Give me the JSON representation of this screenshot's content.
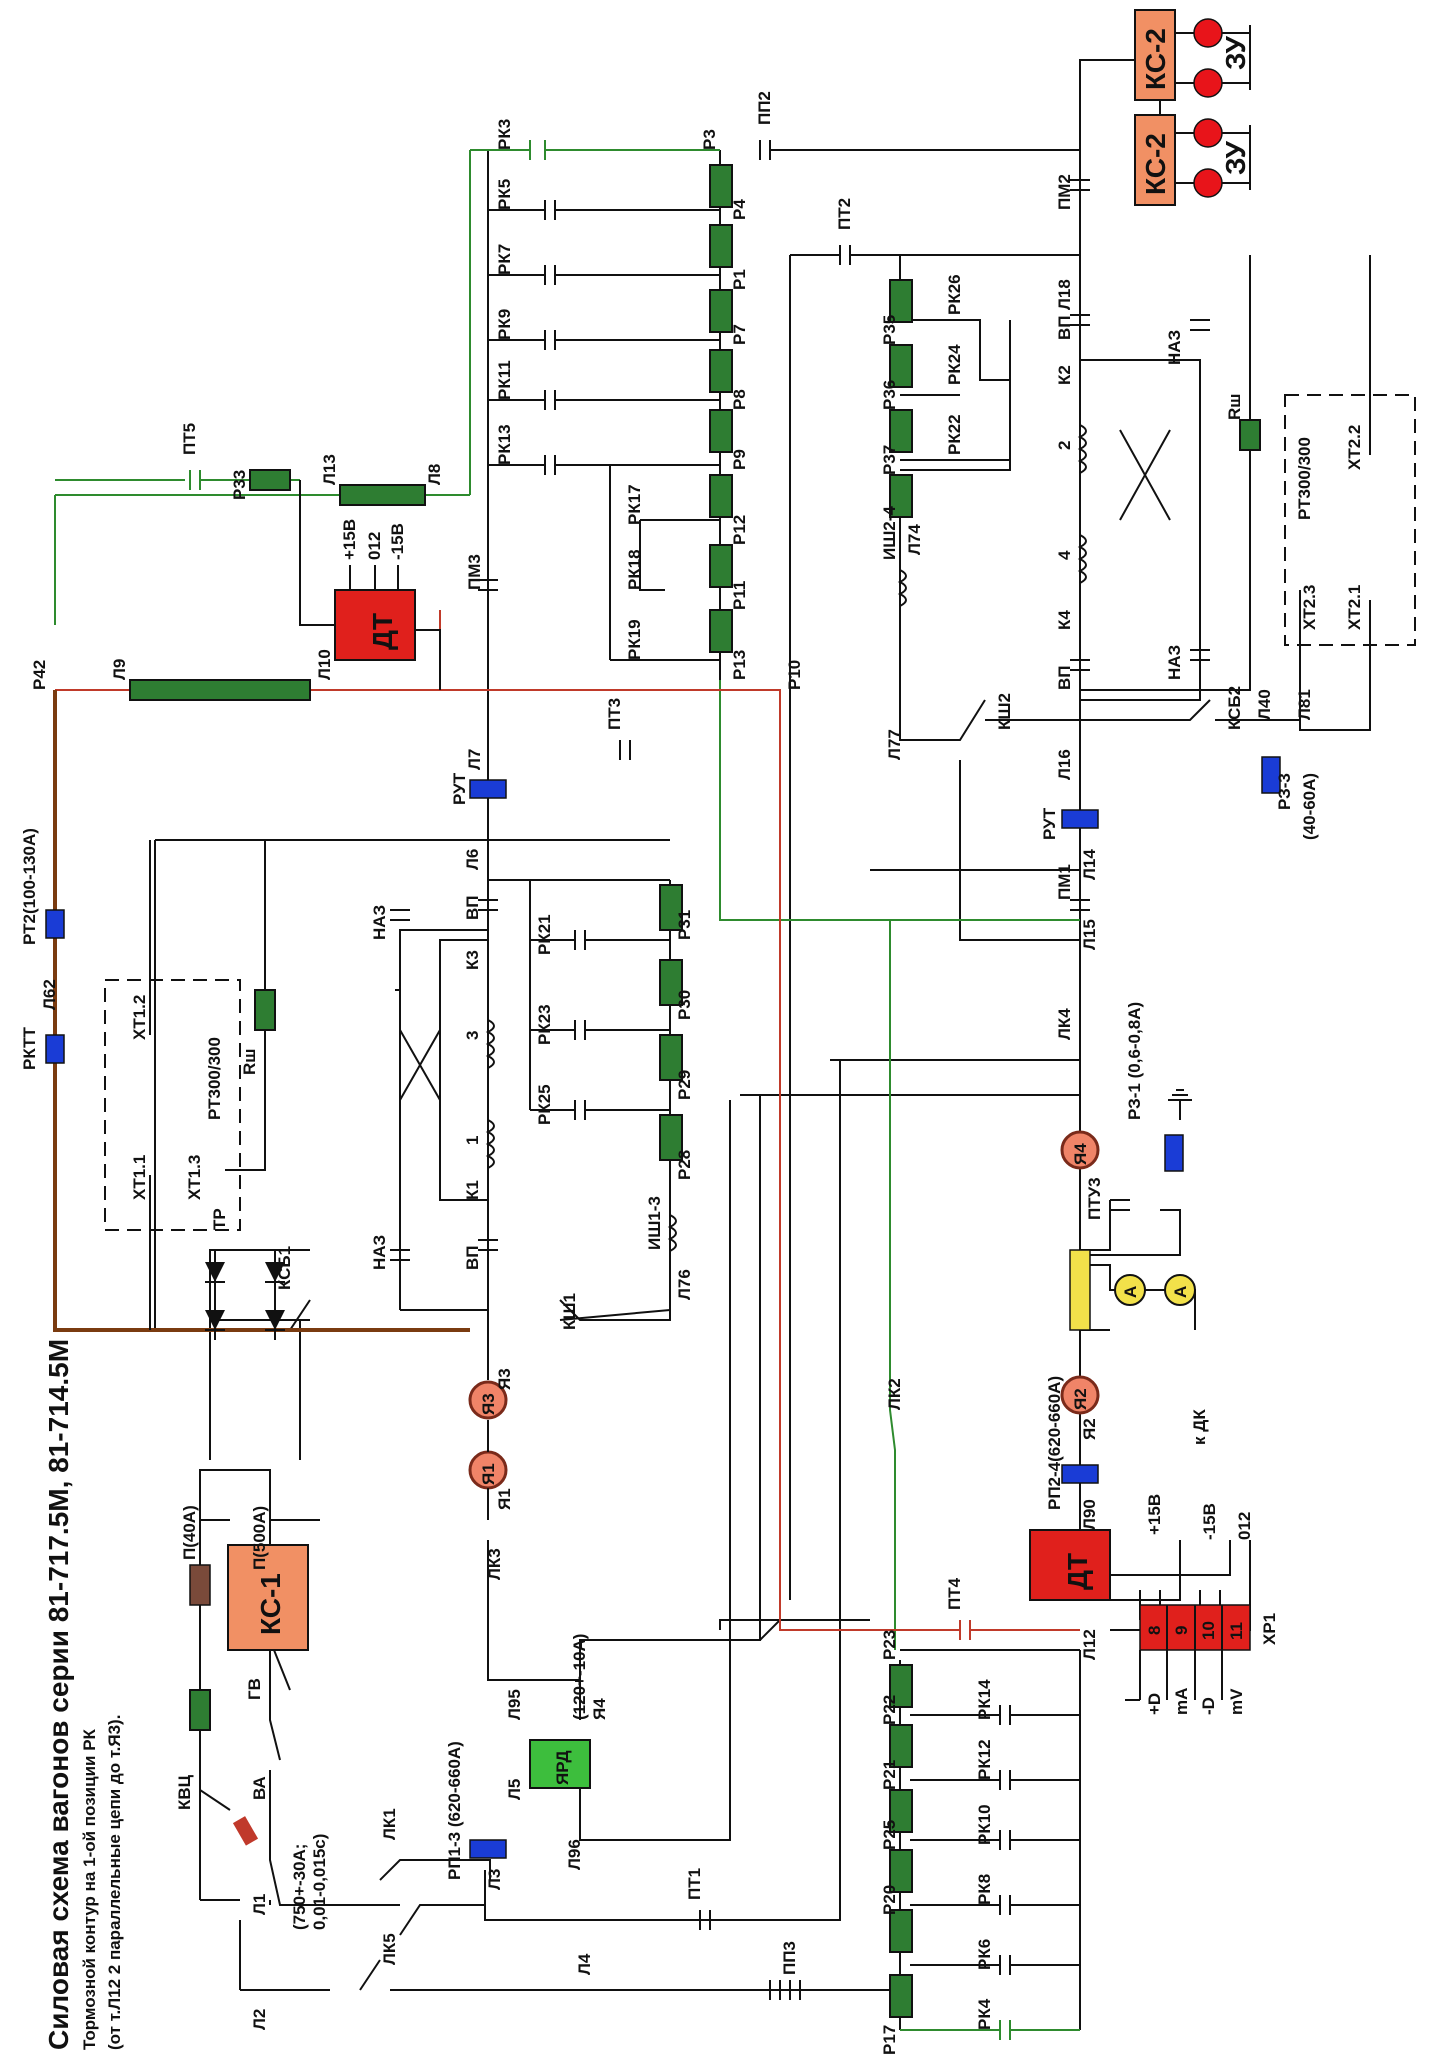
{
  "title": {
    "line1": "Силовая схема вагонов серии 81-717.5М, 81-714.5М",
    "line2": "Тормозной контур на 1-ой позиции РК",
    "line3": "(от т.Л12 2 параллельные цепи до т.Я3)."
  },
  "blocks": {
    "ks1": "КС-1",
    "ks2a": "КС-2",
    "ks2b": "КС-2",
    "zu_a": "ЗУ",
    "zu_b": "ЗУ",
    "dt_top": "ДТ",
    "dt_bottom": "ДТ",
    "yard": "ЯРД",
    "xp1": "ХР1"
  },
  "motors": [
    "Я1",
    "Я3",
    "Я2",
    "Я4"
  ],
  "meters": [
    "A",
    "A"
  ],
  "xp1_pins": [
    "8",
    "9",
    "10",
    "11"
  ],
  "xp1_labels": [
    "+D",
    "mA",
    "-D",
    "mV"
  ],
  "labels": {
    "rk3": "РК3",
    "rk5": "РК5",
    "rk7": "РК7",
    "rk9": "РК9",
    "rk11": "РК11",
    "rk13": "РК13",
    "rk17": "РК17",
    "rk18": "РК18",
    "rk19": "РК19",
    "p3": "Р3",
    "p4": "Р4",
    "p1": "Р1",
    "p7": "Р7",
    "p8": "Р8",
    "p9": "Р9",
    "p12": "Р12",
    "p11": "Р11",
    "p13": "Р13",
    "pp2": "ПП2",
    "pt2": "ПТ2",
    "pm2": "ПМ2",
    "l18": "Л18",
    "vp_r1": "ВП",
    "naz_r1": "НАЗ",
    "k2": "К2",
    "n2": "2",
    "n4": "4",
    "k4": "К4",
    "vp_r2": "ВП",
    "naz_r2": "НАЗ",
    "ksh2": "КШ2",
    "ksb2": "КСБ2",
    "l40": "Л40",
    "l81": "Л81",
    "l77": "Л77",
    "rsh_r": "Rш",
    "rt300_r": "РТ300/300",
    "xt22": "ХТ2.2",
    "xt23": "ХТ2.3",
    "xt21": "ХТ2.1",
    "rk26": "РК26",
    "rk24": "РК24",
    "rk22": "РК22",
    "p35": "Р35",
    "p36": "Р36",
    "p37": "Р37",
    "ish24": "ИШ2-4",
    "l74": "Л74",
    "pt5": "ПТ5",
    "l13": "Л13",
    "l8": "Л8",
    "v15p_t": "+15В",
    "v012_t": "012",
    "v15m_t": "-15В",
    "p33": "Р33",
    "p42": "Р42",
    "l9": "Л9",
    "l10": "Л10",
    "pm3": "ПМ3",
    "p10": "Р10",
    "pt3": "ПТ3",
    "l7": "Л7",
    "rut1": "РУТ",
    "rut2": "РУТ",
    "l16": "Л16",
    "l14": "Л14",
    "pm1": "ПМ1",
    "l15": "Л15",
    "lk4": "ЛК4",
    "rz3": "РЗ-3",
    "rz3_range": "(40-60А)",
    "rt2": "РТ2(100-130А)",
    "l62": "Л62",
    "rktt": "РКТТ",
    "l6": "Л6",
    "vp_l1": "ВП",
    "naz_l1": "НАЗ",
    "k3": "К3",
    "n3": "3",
    "n1": "1",
    "k1": "К1",
    "vp_l2": "ВП",
    "naz_l2": "НАЗ",
    "rk21": "РК21",
    "rk23": "РК23",
    "rk25": "РК25",
    "p31": "Р31",
    "p30": "Р30",
    "p29": "Р29",
    "p28": "Р28",
    "ish13": "ИШ1-3",
    "l76": "Л76",
    "xt12": "ХТ1.2",
    "xt11": "ХТ1.1",
    "xt13": "ХТ1.3",
    "rt300_l": "РТ300/300",
    "rsh_l": "Rш",
    "ksb1": "КСБ1",
    "ksh1": "КШ1",
    "ya3": "Я3",
    "ya1": "Я1",
    "lk3": "ЛК3",
    "l95": "Л95",
    "ya4": "Я4",
    "yard_range": "(120+-10А)",
    "l5": "Л5",
    "l96": "Л96",
    "rp13": "РП1-3 (620-660А)",
    "l3": "Л3",
    "lk1": "ЛК1",
    "lk5": "ЛК5",
    "l4": "Л4",
    "pt1": "ПТ1",
    "pp3": "ПП3",
    "l2": "Л2",
    "l1": "Л1",
    "va": "ВА",
    "va_range": "(750+-30А;",
    "va_time": "0,01-0,015с)",
    "kvc": "КВЦ",
    "gv": "ГВ",
    "p40": "П(40А)",
    "p500": "П(500А)",
    "tr": "ТР",
    "lk2": "ЛК2",
    "pt4": "ПТ4",
    "l12": "Л12",
    "l90": "Л90",
    "ya2": "Я2",
    "rp24": "РП2-4(620-660А)",
    "ptu3": "ПТУ3",
    "rz1": "РЗ-1 (0,6-0,8А)",
    "v15p_b": "+15В",
    "v15m_b": "-15В",
    "v012_b": "012",
    "kdk": "к ДК",
    "rk14": "РК14",
    "rk12": "РК12",
    "rk10": "РК10",
    "rk8": "РК8",
    "rk6": "РК6",
    "rk4": "РК4",
    "p23": "Р23",
    "p22": "Р22",
    "p21": "Р21",
    "p25": "Р25",
    "p20": "Р20",
    "p17": "Р17"
  }
}
